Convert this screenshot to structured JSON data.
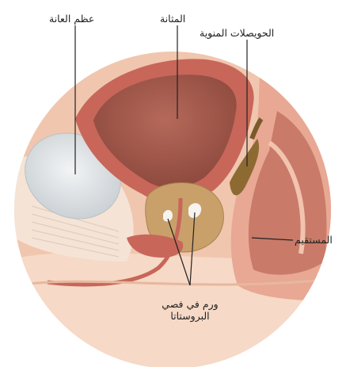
{
  "labels": {
    "pubic_bone": "عظم العانة",
    "bladder": "المثانة",
    "seminal_vesicles": "الحويصلات المنوية",
    "rectum": "المستقيم",
    "tumor_line1": "ورم في فصي",
    "tumor_line2": "البروستاتا"
  },
  "colors": {
    "skin": "#f3cdb5",
    "tissue": "#e9b9a0",
    "muscle": "#c8665a",
    "bladder_inner": "#a35a4c",
    "prostate": "#c9a06a",
    "bone": "#dfe4e6",
    "vesicle": "#8c6a32",
    "leader": "#222222"
  }
}
